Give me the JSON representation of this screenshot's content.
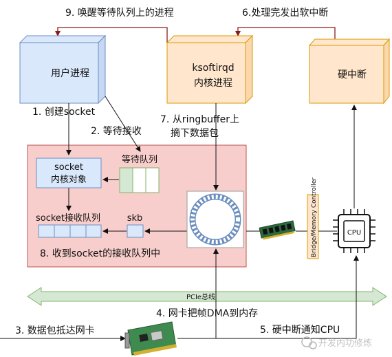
{
  "steps": {
    "s9": "9. 唤醒等待队列上的进程",
    "s6": "6.处理完发出软中断",
    "s1": "1. 创建socket",
    "s2": "2. 等待接收",
    "s7_line1": "7. 从ringbuffer上",
    "s7_line2": "摘下数据包",
    "s8": "8. 收到socket的接收队列中",
    "s4": "4. 网卡把帧DMA到内存",
    "s3": "3. 数据包抵达网卡",
    "s5": "5. 硬中断通知CPU"
  },
  "nodes": {
    "user_process": "用户进程",
    "ksoftirqd_line1": "ksoftirqd",
    "ksoftirqd_line2": "内核进程",
    "hard_irq": "硬中断",
    "socket_line1": "socket",
    "socket_line2": "内核对象",
    "wait_queue": "等待队列",
    "recv_queue": "socket接收队列",
    "skb": "skb",
    "bridge": "Bridge/Memory Controller",
    "cpu": "CPU",
    "pcie": "PCIe总线"
  },
  "watermark": "开发内功修炼",
  "colors": {
    "cube_blue": "#dae8fc",
    "cube_orange": "#ffe6cc",
    "kernel_area": "#f8cecc",
    "queue_blue": "#dae8fc",
    "queue_green": "#d5e8d4",
    "bus_green": "#d5e8d4",
    "arrow_dark_red": "#8b1a1a"
  }
}
